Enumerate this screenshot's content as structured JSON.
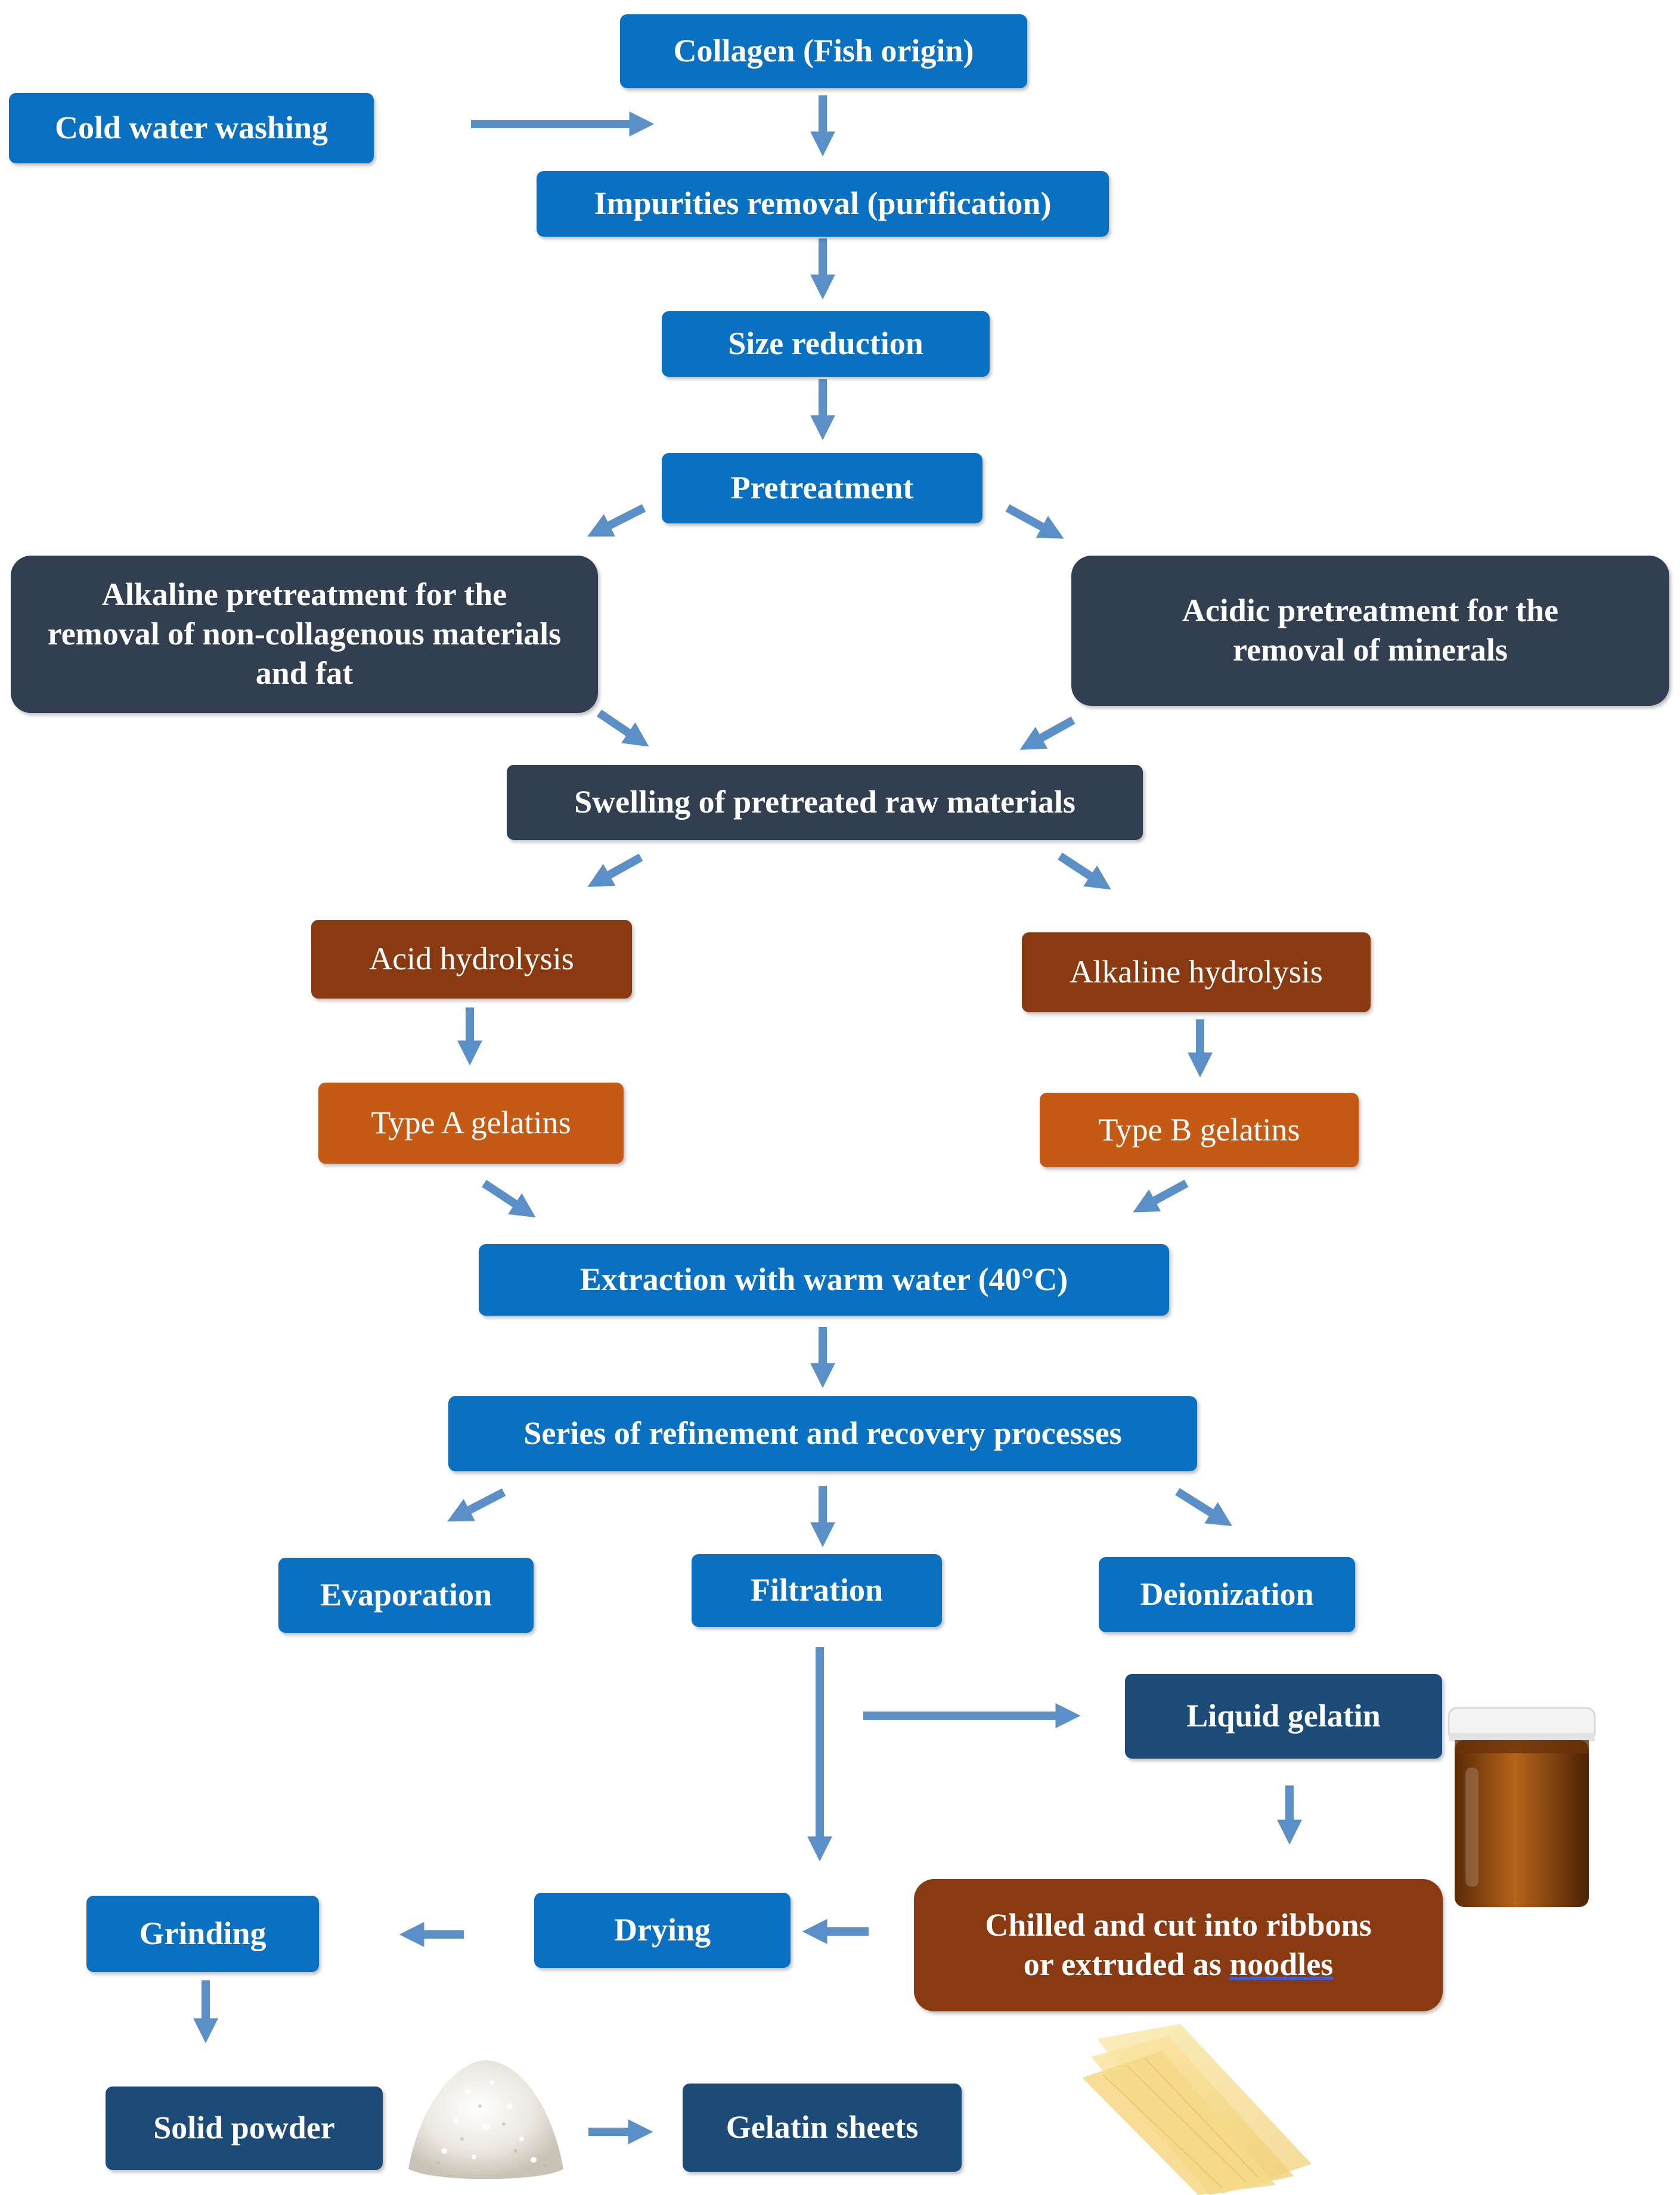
{
  "colors": {
    "blue": "#0a70c2",
    "navy": "#1d4b77",
    "slate": "#323f51",
    "rust": "#8a3a10",
    "orange": "#c55a14",
    "arrow": "#5b8fc7"
  },
  "steps": {
    "collagen": "Collagen (Fish origin)",
    "cold_wash": "Cold water washing",
    "impurities": "Impurities removal (purification)",
    "size_reduction": "Size reduction",
    "pretreatment": "Pretreatment",
    "alkaline_pre": "Alkaline pretreatment for the removal of non-collagenous materials and fat",
    "acidic_pre": "Acidic pretreatment for the removal of minerals",
    "swelling": "Swelling of pretreated raw materials",
    "acid_hydrolysis": "Acid hydrolysis",
    "alkaline_hydrolysis": "Alkaline hydrolysis",
    "type_a": "Type A gelatins",
    "type_b": "Type B gelatins",
    "extraction": "Extraction with warm water (40°C)",
    "refinement": "Series of refinement and recovery processes",
    "evaporation": "Evaporation",
    "filtration": "Filtration",
    "deionization": "Deionization",
    "liquid_gelatin": "Liquid gelatin",
    "chilled_line1": "Chilled and cut into ribbons",
    "chilled_line2_a": "or extruded as ",
    "chilled_line2_b": "noodles",
    "drying": "Drying",
    "grinding": "Grinding",
    "solid_powder": "Solid powder",
    "gelatin_sheets": "Gelatin sheets"
  },
  "illustrations": [
    "gelatin-jar",
    "gelatin-powder-pile",
    "gelatin-sheets-stack"
  ]
}
